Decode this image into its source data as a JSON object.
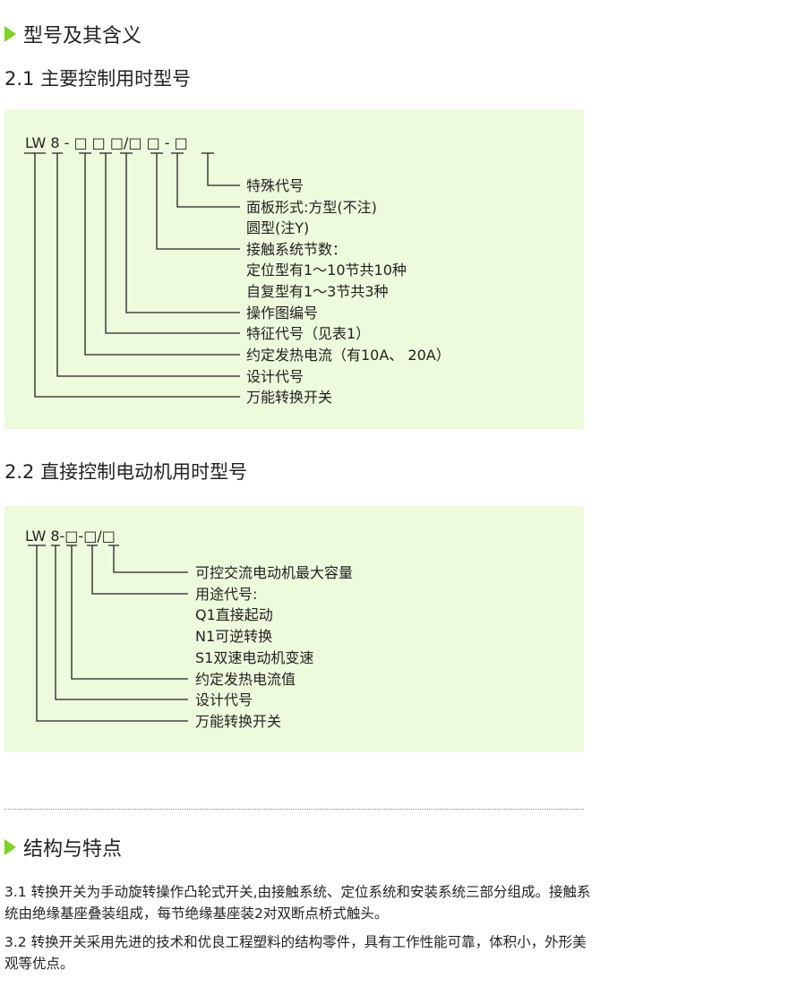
{
  "section2": {
    "title": "型号及其含义",
    "icon": "green-triangle"
  },
  "s21": {
    "title": "2.1 主要控制用时型号",
    "code": "LW 8 - □ □ □/□ □ - □",
    "labels": [
      "特殊代号",
      "面板形式:方型(不注)",
      "圆型(注Y)",
      "接触系统节数：",
      "定位型有1～10节共10种",
      "自复型有1～3节共3种",
      "操作图编号",
      "特征代号（见表1）",
      "约定发热电流（有10A、 20A）",
      "设计代号",
      "万能转换开关"
    ]
  },
  "s22": {
    "title": "2.2 直接控制电动机用时型号",
    "code": "LW 8-□-□/□",
    "labels": [
      "可控交流电动机最大容量",
      "用途代号:",
      "Q1直接起动",
      "N1可逆转换",
      "S1双速电动机变速",
      "约定发热电流值",
      "设计代号",
      "万能转换开关"
    ]
  },
  "section3": {
    "title": "结构与特点",
    "icon": "green-triangle",
    "p1": "3.1 转换开关为手动旋转操作凸轮式开关,由接触系统、定位系统和安装系统三部分组成。接触系统由绝缘基座叠装组成，每节绝缘基座装2对双断点桥式触头。",
    "p2": "3.2 转换开关采用先进的技术和优良工程塑料的结构零件，具有工作性能可靠，体积小，外形美观等优点。"
  },
  "colors": {
    "accent": "#7ed321",
    "panel": "#eefadc"
  }
}
